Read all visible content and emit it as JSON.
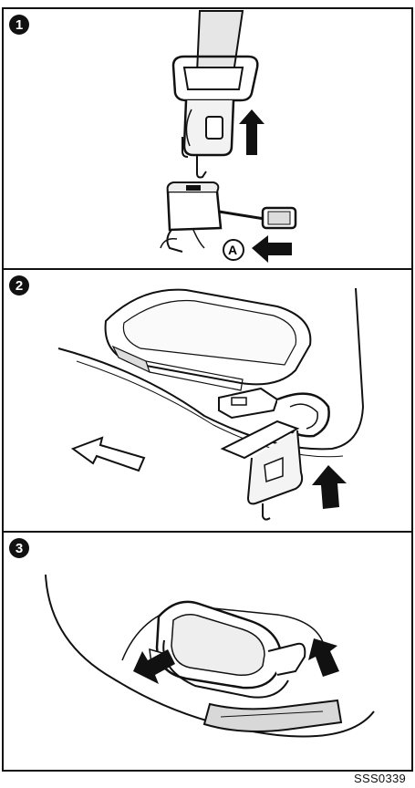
{
  "panels": [
    {
      "number": "1"
    },
    {
      "number": "2"
    },
    {
      "number": "3"
    }
  ],
  "callout_label": "A",
  "figure_code": "SSS0339",
  "colors": {
    "ink": "#111111",
    "paper": "#ffffff",
    "shade": "#d8d8d8"
  }
}
